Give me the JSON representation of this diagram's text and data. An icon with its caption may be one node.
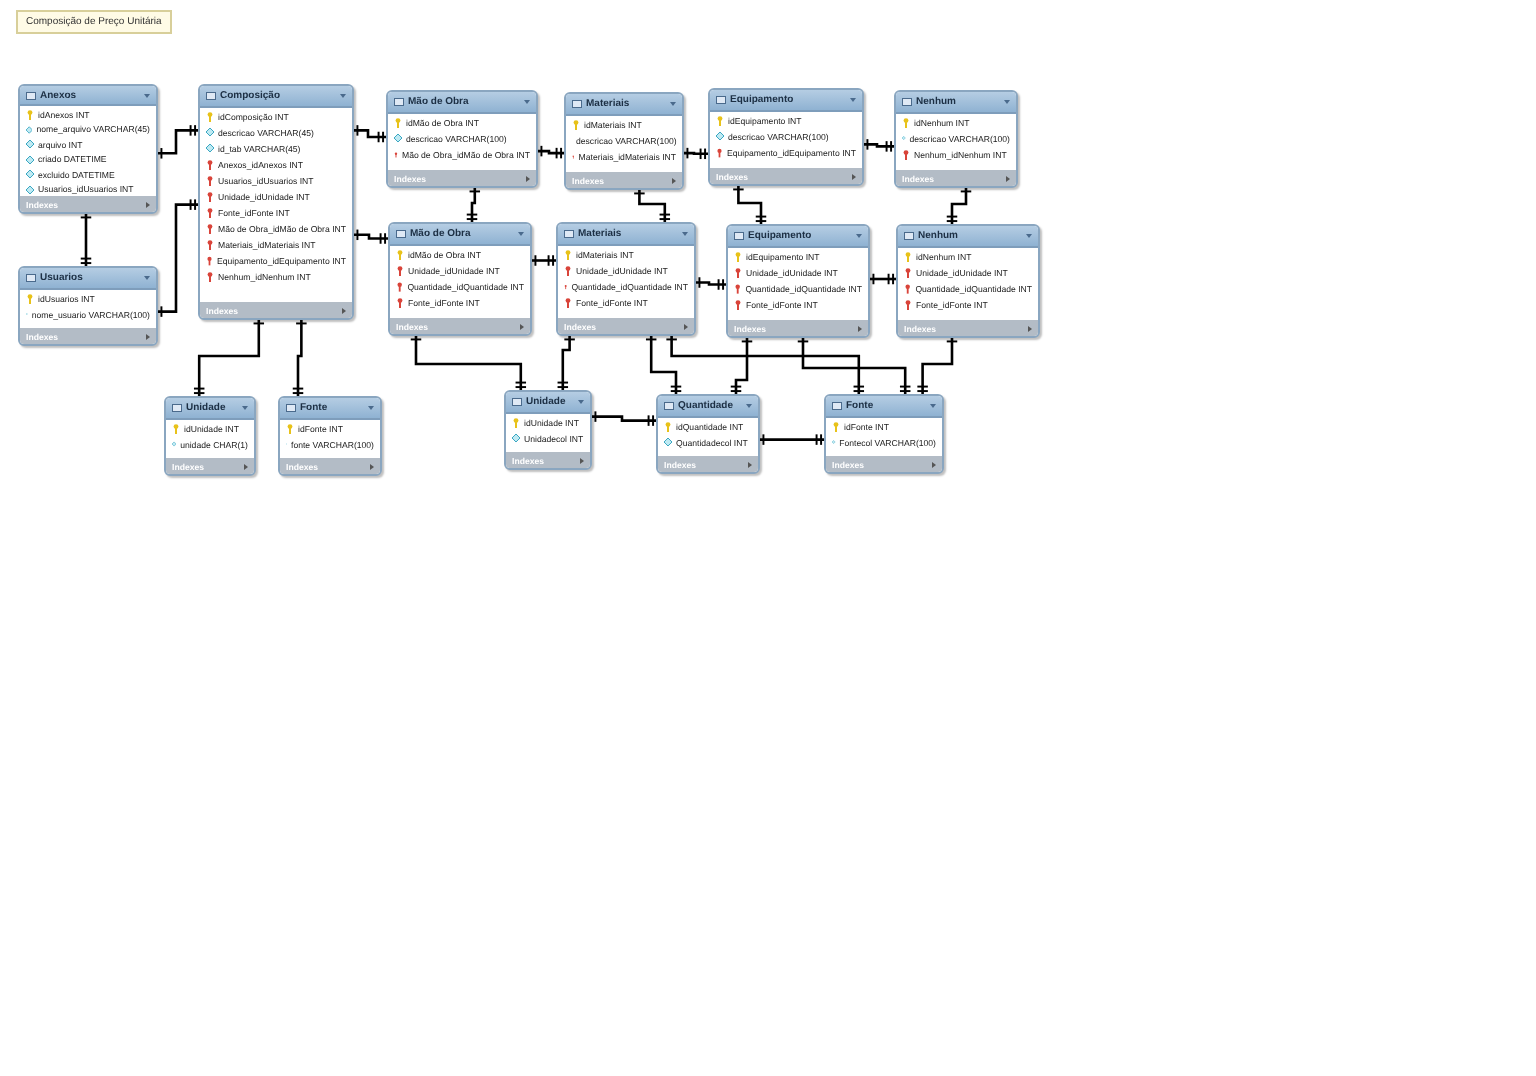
{
  "diagram": {
    "title": "Composição de Preço Unitária",
    "nodes": [
      {
        "text": [
          "Anexos",
          "idAnexos INT",
          "nome_arquivo VARCHAR(45)",
          "arquivo INT",
          "criado DATETIME",
          "excluido DATETIME",
          "Usuarios_idUsuarios INT",
          "Indexes"
        ]
      },
      {
        "text": [
          "Usuarios",
          "idUsuarios INT",
          "nome_usuario VARCHAR(100)",
          "Indexes"
        ]
      },
      {
        "text": [
          "Composição",
          "idComposição INT",
          "descricao VARCHAR(45)",
          "id_tab VARCHAR(45)",
          "Anexos_idAnexos INT",
          "Usuarios_idUsuarios INT",
          "Unidade_idUnidade INT",
          "Fonte_idFonte INT",
          "Mão de Obra_idMão de Obra INT",
          "Materiais_idMateriais INT",
          "Equipamento_idEquipamento INT",
          "Nenhum_idNenhum INT",
          "Indexes"
        ]
      },
      {
        "text": [
          "Unidade",
          "idUnidade INT",
          "unidade CHAR(1)",
          "Indexes"
        ]
      },
      {
        "text": [
          "Fonte",
          "idFonte INT",
          "fonte VARCHAR(100)",
          "Indexes"
        ]
      },
      {
        "text": [
          "Mão de Obra",
          "idMão de Obra INT",
          "descricao VARCHAR(100)",
          "Mão de Obra_idMão de Obra INT",
          "Indexes"
        ]
      },
      {
        "text": [
          "Materiais",
          "idMateriais INT",
          "descricao VARCHAR(100)",
          "Materiais_idMateriais INT",
          "Indexes"
        ]
      },
      {
        "text": [
          "Equipamento",
          "idEquipamento INT",
          "descricao VARCHAR(100)",
          "Equipamento_idEquipamento INT",
          "Indexes"
        ]
      },
      {
        "text": [
          "Nenhum",
          "idNenhum INT",
          "descricao VARCHAR(100)",
          "Nenhum_idNenhum INT",
          "Indexes"
        ]
      },
      {
        "text": [
          "Mão de Obra",
          "idMão de Obra INT",
          "Unidade_idUnidade INT",
          "Quantidade_idQuantidade INT",
          "Fonte_idFonte INT",
          "Indexes"
        ]
      },
      {
        "text": [
          "Materiais",
          "idMateriais INT",
          "Unidade_idUnidade INT",
          "Quantidade_idQuantidade INT",
          "Fonte_idFonte INT",
          "Indexes"
        ]
      },
      {
        "text": [
          "Equipamento",
          "idEquipamento INT",
          "Unidade_idUnidade INT",
          "Quantidade_idQuantidade INT",
          "Fonte_idFonte INT",
          "Indexes"
        ]
      },
      {
        "text": [
          "Nenhum",
          "idNenhum INT",
          "Unidade_idUnidade INT",
          "Quantidade_idQuantidade INT",
          "Fonte_idFonte INT",
          "Indexes"
        ]
      },
      {
        "text": [
          "Unidade",
          "idUnidade INT",
          "Unidadecol INT",
          "Indexes"
        ]
      },
      {
        "text": [
          "Quantidade",
          "idQuantidade INT",
          "Quantidadecol INT",
          "Indexes"
        ]
      },
      {
        "text": [
          "Fonte",
          "idFonte INT",
          "Fontecol VARCHAR(100)",
          "Indexes"
        ]
      }
    ],
    "edges": [
      {
        "from": 0,
        "to": 2,
        "arrow": "other"
      },
      {
        "from": 1,
        "to": 0,
        "arrow": "other"
      },
      {
        "from": 1,
        "to": 2,
        "arrow": "other"
      },
      {
        "from": 2,
        "to": 3,
        "arrow": "other"
      },
      {
        "from": 2,
        "to": 4,
        "arrow": "other"
      },
      {
        "from": 2,
        "to": 5,
        "arrow": "other"
      },
      {
        "from": 2,
        "to": 9,
        "arrow": "other"
      },
      {
        "from": 5,
        "to": 6,
        "arrow": "other"
      },
      {
        "from": 6,
        "to": 7,
        "arrow": "other"
      },
      {
        "from": 7,
        "to": 8,
        "arrow": "other"
      },
      {
        "from": 9,
        "to": 5,
        "arrow": "other"
      },
      {
        "from": 10,
        "to": 6,
        "arrow": "other"
      },
      {
        "from": 11,
        "to": 7,
        "arrow": "other"
      },
      {
        "from": 12,
        "to": 8,
        "arrow": "other"
      },
      {
        "from": 9,
        "to": 10,
        "arrow": "other"
      },
      {
        "from": 10,
        "to": 11,
        "arrow": "other"
      },
      {
        "from": 11,
        "to": 12,
        "arrow": "other"
      },
      {
        "from": 9,
        "to": 13,
        "arrow": "other"
      },
      {
        "from": 10,
        "to": 13,
        "arrow": "other"
      },
      {
        "from": 10,
        "to": 14,
        "arrow": "other"
      },
      {
        "from": 10,
        "to": 15,
        "arrow": "other"
      },
      {
        "from": 11,
        "to": 14,
        "arrow": "other"
      },
      {
        "from": 11,
        "to": 15,
        "arrow": "other"
      },
      {
        "from": 12,
        "to": 15,
        "arrow": "other"
      },
      {
        "from": 13,
        "to": 14,
        "arrow": "other"
      },
      {
        "from": 14,
        "to": 15,
        "arrow": "other"
      }
    ]
  }
}
